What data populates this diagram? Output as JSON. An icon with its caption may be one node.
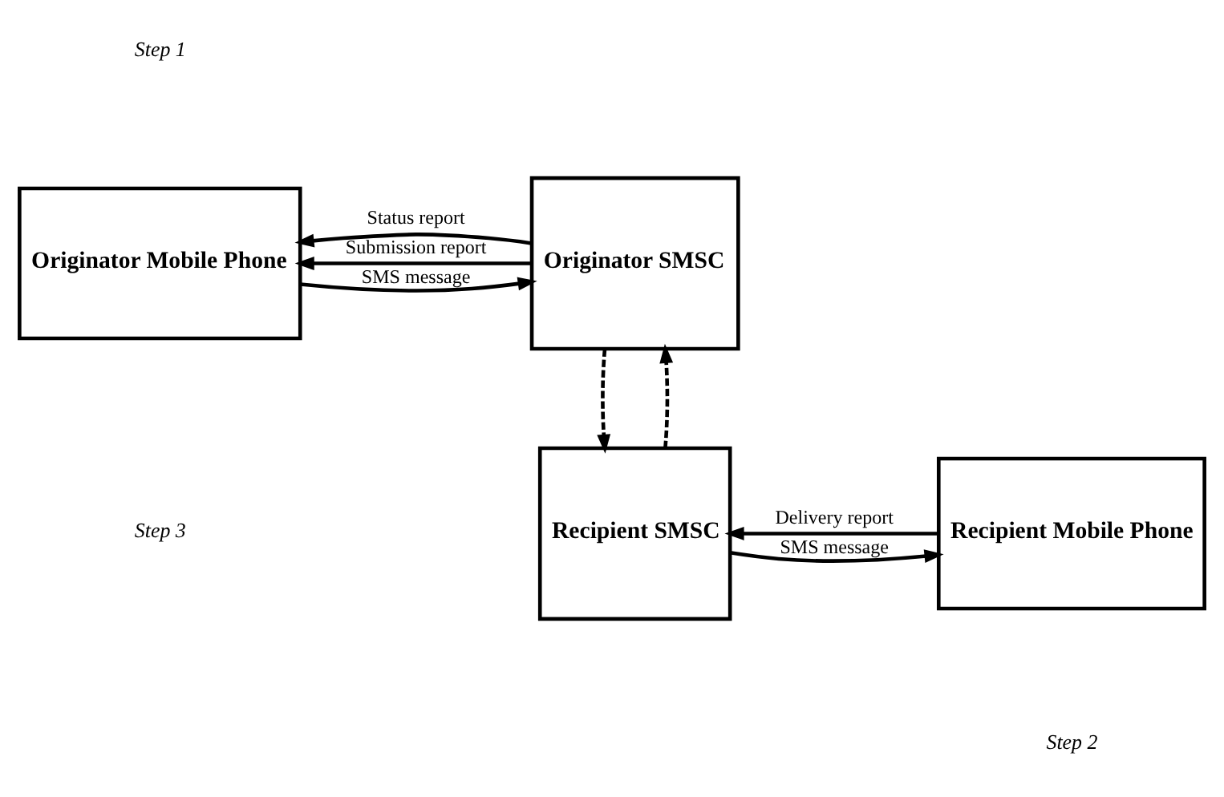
{
  "diagram": {
    "nodes": [
      {
        "text": [
          "Originator Mobile Phone"
        ]
      },
      {
        "text": [
          "Originator SMSC"
        ]
      },
      {
        "text": [
          "Recipient SMSC"
        ]
      },
      {
        "text": [
          "Recipient Mobile Phone"
        ]
      }
    ],
    "edges": [
      {
        "from": 0,
        "to": 1,
        "arrow": "to",
        "label": "SMS message"
      },
      {
        "from": 1,
        "to": 0,
        "arrow": "to",
        "label": "Submission report"
      },
      {
        "from": 1,
        "to": 0,
        "arrow": "to",
        "label": "Status report"
      },
      {
        "from": 1,
        "to": 2,
        "arrow": "to",
        "style": "dashed"
      },
      {
        "from": 2,
        "to": 1,
        "arrow": "to",
        "style": "dashed"
      },
      {
        "from": 2,
        "to": 3,
        "arrow": "to",
        "label": "SMS message"
      },
      {
        "from": 3,
        "to": 2,
        "arrow": "to",
        "label": "Delivery report"
      }
    ],
    "labels": [
      "Step 1",
      "Step 3",
      "Step 2"
    ]
  }
}
